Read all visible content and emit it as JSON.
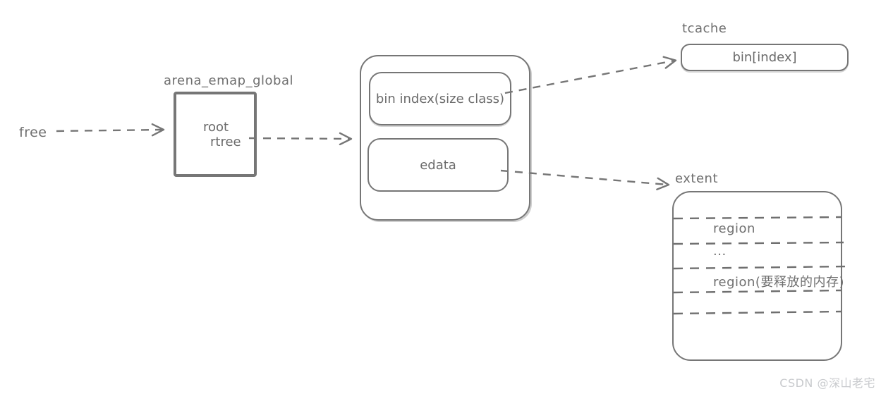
{
  "colors": {
    "stroke": "#767676",
    "text": "#6f6f6f",
    "watermark": "#c8cacd",
    "background": "#ffffff"
  },
  "nodes": {
    "free": {
      "label": "free"
    },
    "arena": {
      "title": "arena_emap_global",
      "line1": "root",
      "line2": "rtree"
    },
    "emap": {
      "bin_index_label": "bin index(size class)",
      "edata_label": "edata"
    },
    "tcache": {
      "title": "tcache",
      "bin_label": "bin[index]"
    },
    "extent": {
      "title": "extent",
      "rows": [
        "region",
        "...",
        "region(要释放的内存)"
      ]
    }
  },
  "arrows": [
    {
      "name": "free-to-arena",
      "style": "dashed"
    },
    {
      "name": "rtree-to-emap",
      "style": "dashed"
    },
    {
      "name": "bin-index-to-tcache",
      "style": "dashed"
    },
    {
      "name": "edata-to-extent",
      "style": "dashed"
    }
  ],
  "watermark": "CSDN @深山老宅"
}
